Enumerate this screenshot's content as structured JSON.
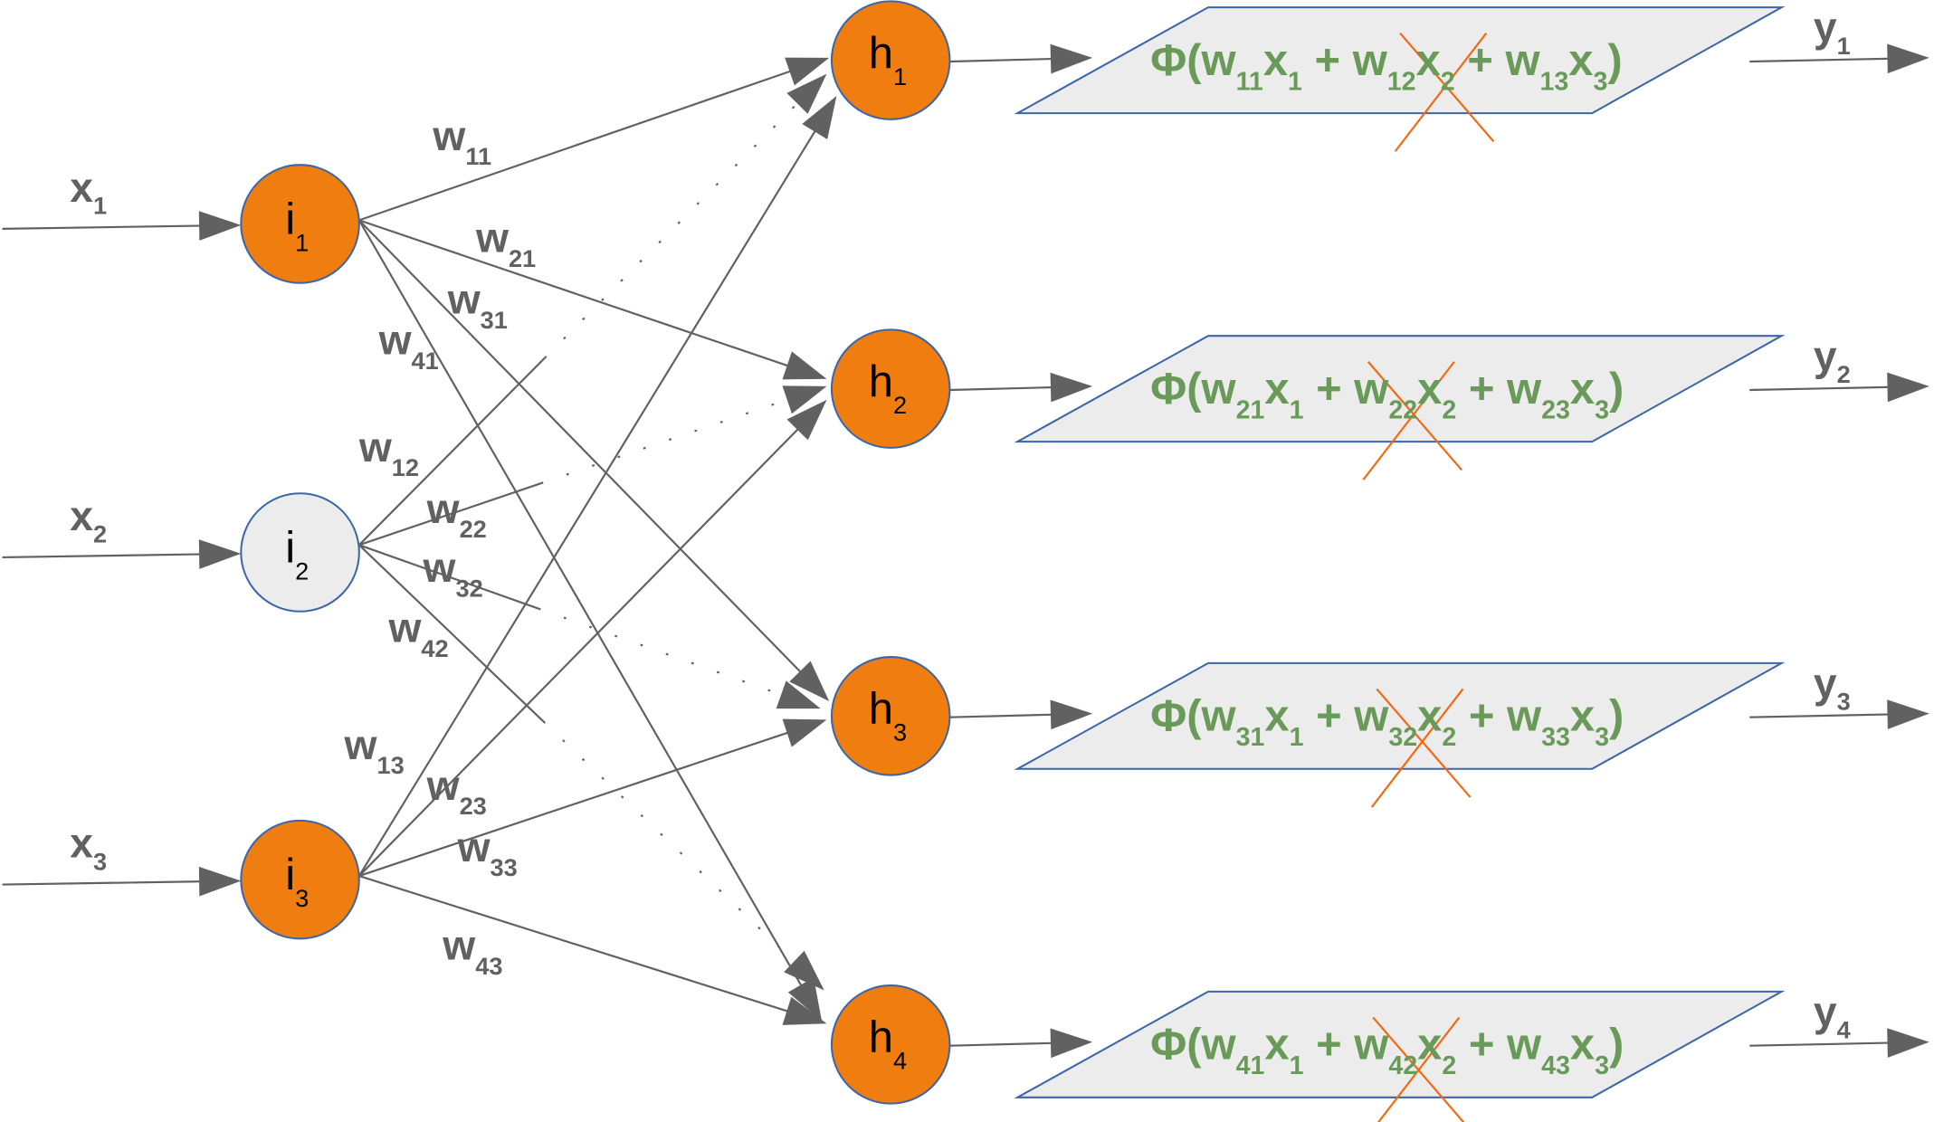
{
  "inputs": [
    {
      "label": "x",
      "sub": "1"
    },
    {
      "label": "x",
      "sub": "2"
    },
    {
      "label": "x",
      "sub": "3"
    }
  ],
  "input_nodes": [
    {
      "label": "i",
      "sub": "1",
      "dropped": false
    },
    {
      "label": "i",
      "sub": "2",
      "dropped": true
    },
    {
      "label": "i",
      "sub": "3",
      "dropped": false
    }
  ],
  "hidden_nodes": [
    {
      "label": "h",
      "sub": "1"
    },
    {
      "label": "h",
      "sub": "2"
    },
    {
      "label": "h",
      "sub": "3"
    },
    {
      "label": "h",
      "sub": "4"
    }
  ],
  "weights": [
    {
      "label": "w",
      "sub": "11"
    },
    {
      "label": "w",
      "sub": "21"
    },
    {
      "label": "w",
      "sub": "31"
    },
    {
      "label": "w",
      "sub": "41"
    },
    {
      "label": "w",
      "sub": "12"
    },
    {
      "label": "w",
      "sub": "22"
    },
    {
      "label": "w",
      "sub": "32"
    },
    {
      "label": "w",
      "sub": "42"
    },
    {
      "label": "w",
      "sub": "13"
    },
    {
      "label": "w",
      "sub": "23"
    },
    {
      "label": "w",
      "sub": "33"
    },
    {
      "label": "w",
      "sub": "43"
    }
  ],
  "formulas": [
    {
      "phi": "Φ(",
      "t1": "w",
      "s1": "11",
      "t2": "x",
      "s2": "1",
      "plus1": " + ",
      "t3": "w",
      "s3": "12",
      "t4": "x",
      "s4": "2",
      "plus2": " + ",
      "t5": "w",
      "s5": "13",
      "t6": "x",
      "s6": "3",
      "close": ")"
    },
    {
      "phi": "Φ(",
      "t1": "w",
      "s1": "21",
      "t2": "x",
      "s2": "1",
      "plus1": " + ",
      "t3": "w",
      "s3": "22",
      "t4": "x",
      "s4": "2",
      "plus2": " + ",
      "t5": "w",
      "s5": "23",
      "t6": "x",
      "s6": "3",
      "close": ")"
    },
    {
      "phi": "Φ(",
      "t1": "w",
      "s1": "31",
      "t2": "x",
      "s2": "1",
      "plus1": " + ",
      "t3": "w",
      "s3": "32",
      "t4": "x",
      "s4": "2",
      "plus2": " + ",
      "t5": "w",
      "s5": "33",
      "t6": "x",
      "s6": "3",
      "close": ")"
    },
    {
      "phi": "Φ(",
      "t1": "w",
      "s1": "41",
      "t2": "x",
      "s2": "1",
      "plus1": " + ",
      "t3": "w",
      "s3": "42",
      "t4": "x",
      "s4": "2",
      "plus2": " + ",
      "t5": "w",
      "s5": "43",
      "t6": "x",
      "s6": "3",
      "close": ")"
    }
  ],
  "outputs": [
    {
      "label": "y",
      "sub": "1"
    },
    {
      "label": "y",
      "sub": "2"
    },
    {
      "label": "y",
      "sub": "3"
    },
    {
      "label": "y",
      "sub": "4"
    }
  ],
  "colors": {
    "active_node": "#ef7d10",
    "dropped_node": "#ececec",
    "node_border": "#3c66a8",
    "edge": "#616161",
    "formula_text": "#6a9a5a",
    "formula_box": "#ececec",
    "cross": "#f26a10"
  }
}
